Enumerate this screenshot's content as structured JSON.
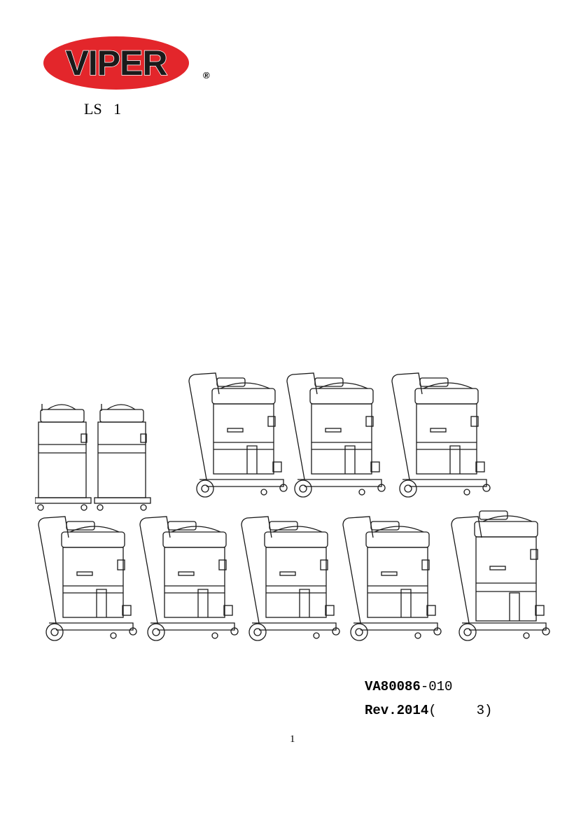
{
  "header": {
    "brand": "VIPER",
    "registered_mark": "®",
    "model_title": "LS   1"
  },
  "footer": {
    "code_bold": "VA80086",
    "code_suffix": "-010",
    "revision_bold": "Rev.2014",
    "revision_suffix": "(     3)",
    "page_number": "1"
  },
  "colors": {
    "logo_red": "#e3262b",
    "line_art": "#1a1a1a"
  },
  "illustration": {
    "subject": "vacuum-cleaner-line-drawings",
    "rows": [
      {
        "machines": [
          "compact",
          "compact",
          "trolley",
          "trolley",
          "trolley"
        ]
      },
      {
        "machines": [
          "trolley",
          "trolley",
          "trolley",
          "trolley",
          "trolley-tall"
        ]
      }
    ]
  }
}
